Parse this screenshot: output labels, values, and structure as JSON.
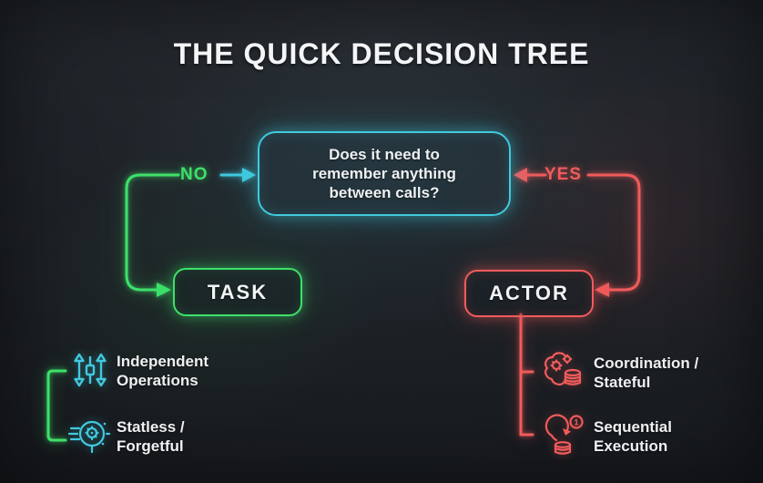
{
  "title": "THE QUICK DECISION TREE",
  "question": {
    "line1": "Does it need to",
    "line2": "remember anything",
    "line3": "between calls?"
  },
  "branch_labels": {
    "no": "NO",
    "yes": "YES"
  },
  "nodes": {
    "task": "TASK",
    "actor": "ACTOR"
  },
  "task_items": [
    {
      "icon": "independent-operations-icon",
      "line1": "Independent",
      "line2": "Operations"
    },
    {
      "icon": "stateless-forgetful-icon",
      "line1": "Statless /",
      "line2": "Forgetful"
    }
  ],
  "actor_items": [
    {
      "icon": "coordination-stateful-icon",
      "line1": "Coordination /",
      "line2": "Stateful"
    },
    {
      "icon": "sequential-execution-icon",
      "badge": "1",
      "line1": "Sequential",
      "line2": "Execution"
    }
  ],
  "colors": {
    "background": "#1c2024",
    "green": "#3ee06a",
    "cyan": "#41c9de",
    "red": "#f15b5b",
    "text": "#f1f3f4"
  }
}
